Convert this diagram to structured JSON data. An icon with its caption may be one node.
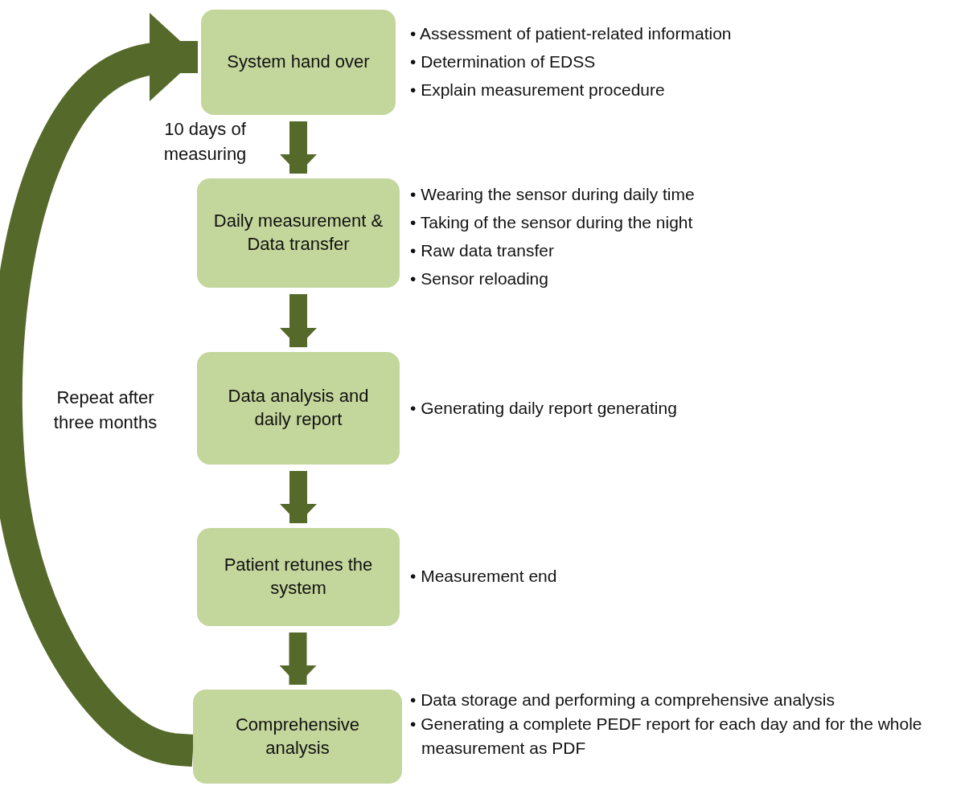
{
  "diagram": {
    "nodes": [
      {
        "text": [
          "System hand over"
        ],
        "beside": [
          "• Assessment of patient-related information",
          "• Determination of EDSS",
          "• Explain measurement procedure"
        ]
      },
      {
        "text": [
          "Daily measurement & Data transfer"
        ],
        "beside": [
          "• Wearing the sensor during daily time",
          "• Taking of the sensor during the night",
          "• Raw data transfer",
          "• Sensor reloading"
        ]
      },
      {
        "text": [
          "Data analysis and daily report"
        ],
        "beside": [
          "• Generating daily report generating"
        ]
      },
      {
        "text": [
          "Patient retunes the system"
        ],
        "beside": [
          "• Measurement end"
        ]
      },
      {
        "text": [
          "Comprehensive analysis"
        ],
        "beside": [
          "• Data storage and performing a comprehensive analysis",
          "• Generating a complete PEDF report for each day and for the whole measurement as PDF"
        ]
      }
    ],
    "edges": [
      {
        "from": 0,
        "to": 1,
        "arrow": "to",
        "label": "10 days of measuring"
      },
      {
        "from": 1,
        "to": 2,
        "arrow": "to"
      },
      {
        "from": 2,
        "to": 3,
        "arrow": "to"
      },
      {
        "from": 3,
        "to": 4,
        "arrow": "to"
      },
      {
        "from": 4,
        "to": 0,
        "arrow": "to",
        "label": "Repeat after three months",
        "style": "thick"
      }
    ]
  }
}
